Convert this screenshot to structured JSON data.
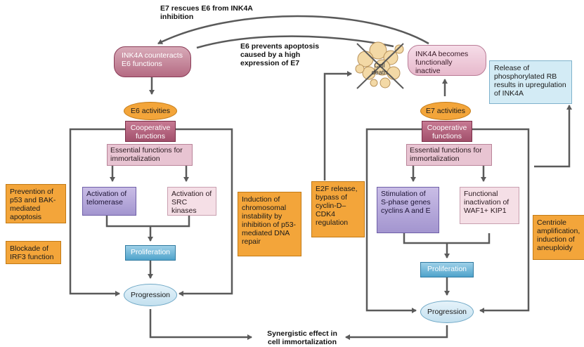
{
  "top_label": "E7 rescues E6 from INK4A inhibition",
  "middle_label": "E6 prevents apoptosis caused by a high expression of E7",
  "cell_death": "Cell death",
  "left": {
    "ink4a": "INK4A counteracts E6 functions",
    "activities": "E6 activities",
    "cooperative": "Cooperative functions",
    "essential": "Essential functions for immortalization",
    "branch_a": "Activation of telomerase",
    "branch_b": "Activation of SRC kinases",
    "proliferation": "Proliferation",
    "progression": "Progression",
    "side_1": "Prevention of p53 and BAK-mediated apoptosis",
    "side_2": "Blockade of IRF3 function",
    "side_3": "Induction of chromosomal instability by inhibition of p53-mediated DNA repair"
  },
  "right": {
    "ink4a": "INK4A becomes functionally inactive",
    "release": "Release of phosphorylated RB results in upregulation of INK4A",
    "activities": "E7 activities",
    "cooperative": "Cooperative functions",
    "essential": "Essential functions for immortalization",
    "branch_a": "Stimulation of S-phase genes cyclins A and E",
    "branch_b": "Functional inactivation of WAF1+ KIP1",
    "proliferation": "Proliferation",
    "progression": "Progression",
    "side_1": "E2F release, bypass of cyclin-D–CDK4 regulation",
    "side_2": "Centriole amplification, induction of aneuploidy"
  },
  "bottom_label": "Synergistic effect in cell immortalization",
  "colors": {
    "line": "#5a5a5a",
    "ink4a_left": "#b56b83",
    "ink4a_right": "#e7b9cc",
    "orange": "#f3a53a",
    "lavender": "#a395cf",
    "proliferation": "#4fa3cb"
  }
}
